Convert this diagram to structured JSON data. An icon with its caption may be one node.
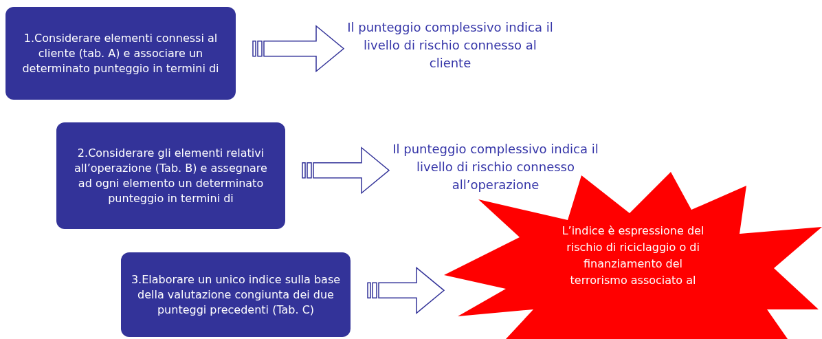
{
  "diagram": {
    "nodes": [
      {
        "text": [
          "1.Considerare  elementi connessi al cliente (tab. A) e associare un determinato punteggio in termini di"
        ]
      },
      {
        "text": [
          "Il punteggio complessivo indica il livello di rischio connesso al cliente"
        ]
      },
      {
        "text": [
          "2.Considerare gli elementi relativi all’operazione (Tab. B) e assegnare ad ogni elemento un determinato punteggio in termini di"
        ]
      },
      {
        "text": [
          "Il punteggio complessivo indica il livello di rischio connesso all’operazione"
        ]
      },
      {
        "text": [
          "3.Elaborare un unico indice sulla base della valutazione congiunta dei due punteggi precedenti (Tab. C)"
        ]
      },
      {
        "text": [
          "L’indice è espressione del rischio di riciclaggio o di finanziamento del terrorismo associato al"
        ]
      }
    ],
    "edges": [
      {
        "from": 0,
        "to": 1,
        "arrow": "to"
      },
      {
        "from": 2,
        "to": 3,
        "arrow": "to"
      },
      {
        "from": 4,
        "to": 5,
        "arrow": "to"
      }
    ]
  }
}
